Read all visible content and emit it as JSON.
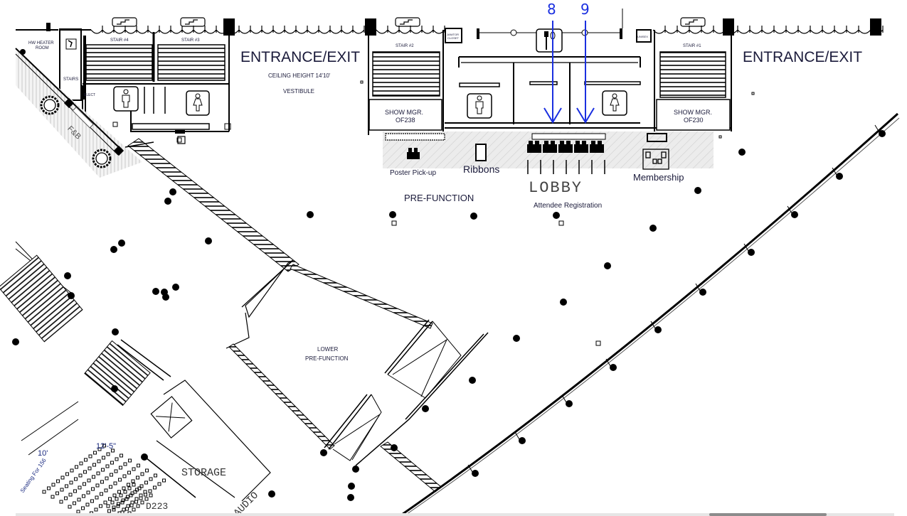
{
  "floor_plan": {
    "entrances": [
      "ENTRANCE/EXIT",
      "ENTRANCE/EXIT"
    ],
    "vestibule": {
      "ceiling": "CEILING HEIGHT 14'10'",
      "name": "VESTIBULE"
    },
    "rooms": {
      "hw_heater_1": "HW HEATER",
      "hw_heater_2": "ROOM",
      "stairs": "STAIRS",
      "elect": "ELECT",
      "stair4": "STAIR #4",
      "stair3": "STAIR #3",
      "stair2": "STAIR #2",
      "stair1": "STAIR #1",
      "janitor_1": "JANITOR",
      "janitor_2": "CLOSET",
      "unisex": "UNISEX",
      "show_mgr_left_1": "SHOW MGR.",
      "show_mgr_left_2": "OF238",
      "show_mgr_right_1": "SHOW MGR.",
      "show_mgr_right_2": "OF230",
      "fb": "F&B",
      "storage": "STORAGE",
      "audio": "AUDIO",
      "room_number": "D223"
    },
    "areas": {
      "poster_pickup": "Poster Pick-up",
      "ribbons": "Ribbons",
      "membership": "Membership",
      "pre_function": "PRE-FUNCTION",
      "lobby": "LOBBY",
      "attendee_registration": "Attendee Registration",
      "lower_1": "LOWER",
      "lower_2": "PRE-FUNCTION"
    },
    "dimensions": {
      "dim_a": "10'",
      "dim_b": "12'-5\"",
      "seating": "Seating For 156"
    },
    "annotations": [
      {
        "label": "8",
        "color": "#1a2fe0"
      },
      {
        "label": "9",
        "color": "#1a2fe0"
      }
    ]
  },
  "scrollbar": {
    "orientation": "horizontal"
  }
}
